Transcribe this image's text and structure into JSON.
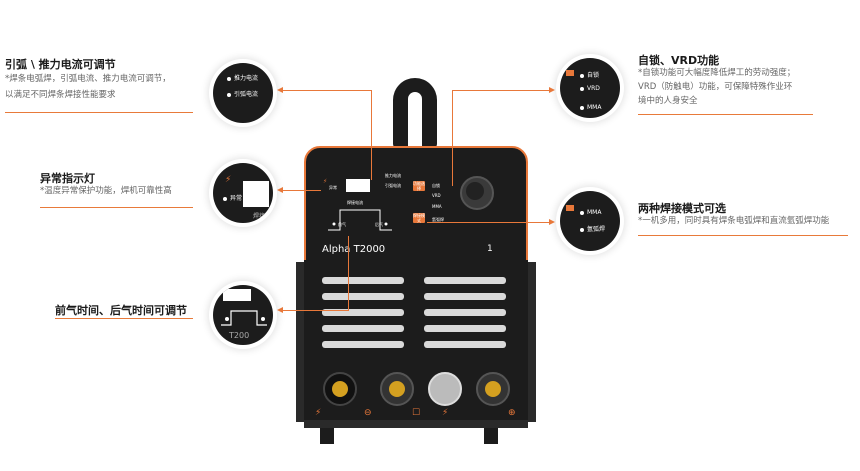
{
  "features": {
    "arc_force": {
      "title": "引弧 \\ 推力电流可调节",
      "desc1": "*焊条电弧焊，引弧电流、推力电流可调节，",
      "desc2": "以满足不同焊条焊接性能要求",
      "callout_label1": "推力电流",
      "callout_label2": "引弧电流"
    },
    "indicator": {
      "title": "异常指示灯",
      "desc": "*温度异常保护功能，焊机可靠性高",
      "callout_label": "异常",
      "callout_label2": "焊接"
    },
    "gas_time": {
      "title": "前气时间、后气时间可调节",
      "callout_text": "T200"
    },
    "vrd": {
      "title": "自锁、VRD功能",
      "desc1": "*自锁功能可大幅度降低焊工的劳动强度；",
      "desc2": "VRD（防触电）功能，可保障特殊作业环",
      "desc3": "境中的人身安全",
      "opt1": "自锁",
      "opt2": "VRD",
      "opt3": "MMA"
    },
    "modes": {
      "title": "两种焊接模式可选",
      "desc": "*一机多用，同时具有焊条电弧焊和直流氩弧焊功能",
      "opt1": "MMA",
      "opt2": "氩弧焊"
    }
  },
  "machine": {
    "model": "Alpha T2000",
    "panel_labels": {
      "alarm": "异常",
      "push": "推力电流",
      "ignite": "引弧电流",
      "btn_func": "功能选择",
      "self_lock": "自锁",
      "vrd": "VRD",
      "btn_mode": "焊接模式",
      "mma": "MMA",
      "tig": "氩弧焊",
      "graph_top": "焊接电流",
      "graph_l": "前气",
      "graph_r": "后气",
      "mark": "1"
    },
    "symbols": [
      "⚡",
      "⊖",
      "☐",
      "⚡",
      "⊕"
    ]
  },
  "colors": {
    "accent": "#e8783a",
    "body": "#1c1c1c"
  }
}
